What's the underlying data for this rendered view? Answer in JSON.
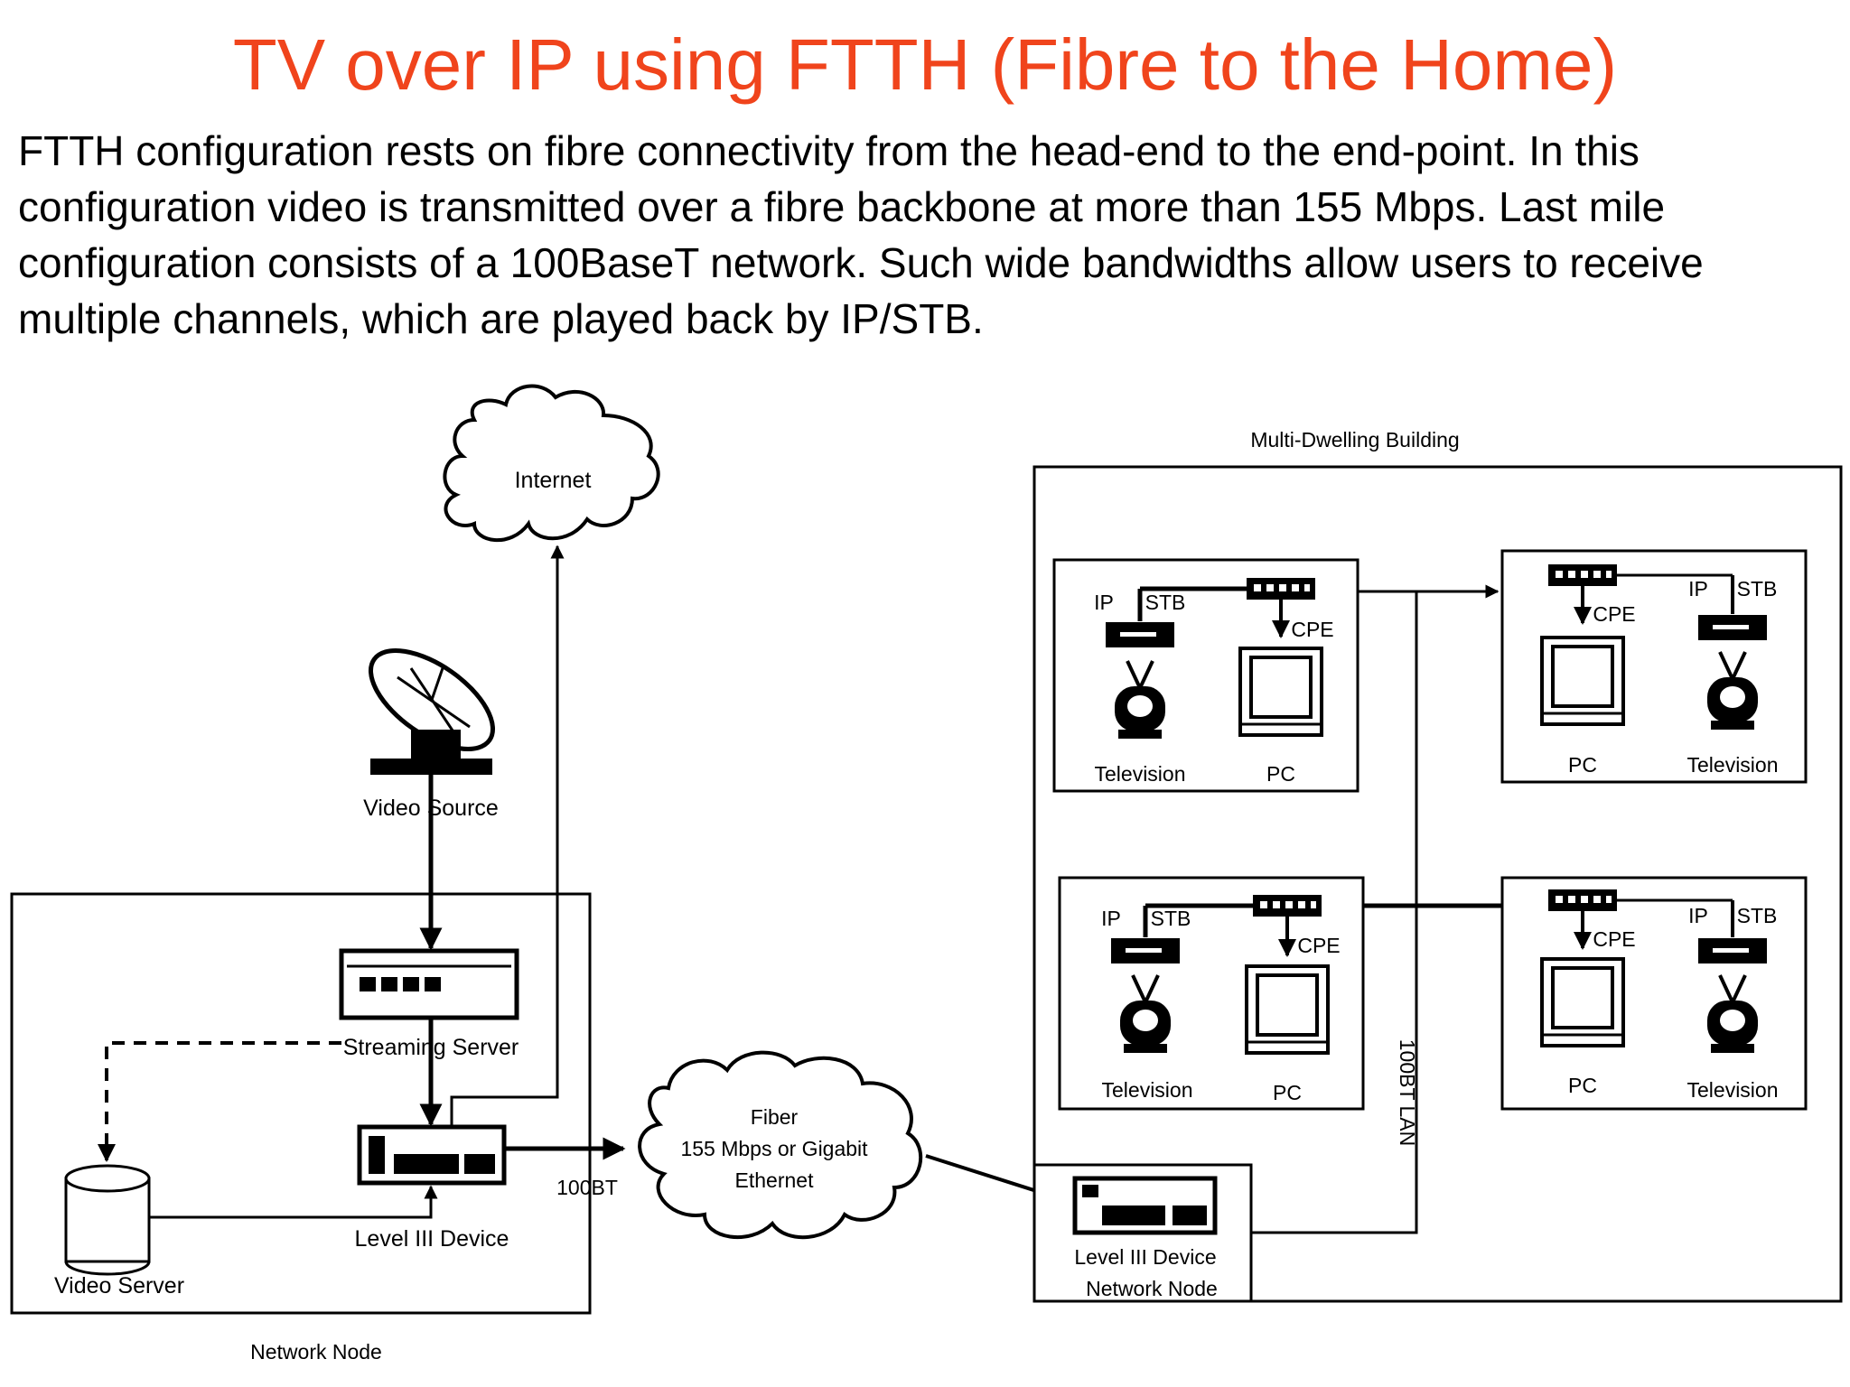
{
  "slide": {
    "title": "TV over IP using FTTH (Fibre to the Home)",
    "body": "FTTH configuration rests on fibre connectivity from the head-end to the end-point. In this configuration video is transmitted over a fibre backbone at more than 155 Mbps. Last mile configuration consists of a 100BaseT network. Such wide bandwidths allow users to receive multiple channels, which are played back by IP/STB.",
    "title_color": "#f0441c"
  },
  "diagram": {
    "internet_label": "Internet",
    "video_source_label": "Video Source",
    "streaming_server_label": "Streaming Server",
    "level3_device_label": "Level III Device",
    "video_server_label": "Video Server",
    "network_node_label": "Network Node",
    "link_100bt_label": "100BT",
    "fiber_cloud": {
      "line1": "Fiber",
      "line2": "155 Mbps or Gigabit",
      "line3": "Ethernet"
    },
    "building_label": "Multi-Dwelling Building",
    "building_node": {
      "line1": "Level III Device",
      "line2": "Network Node"
    },
    "lan_label": "100BT LAN",
    "units": [
      {
        "ip_label": "IP",
        "stb_label": "STB",
        "cpe_label": "CPE",
        "tv_label": "Television",
        "pc_label": "PC"
      },
      {
        "ip_label": "IP",
        "stb_label": "STB",
        "cpe_label": "CPE",
        "tv_label": "Television",
        "pc_label": "PC"
      },
      {
        "ip_label": "IP",
        "stb_label": "STB",
        "cpe_label": "CPE",
        "tv_label": "Television",
        "pc_label": "PC"
      },
      {
        "ip_label": "IP",
        "stb_label": "STB",
        "cpe_label": "CPE",
        "tv_label": "Television",
        "pc_label": "PC"
      }
    ]
  }
}
